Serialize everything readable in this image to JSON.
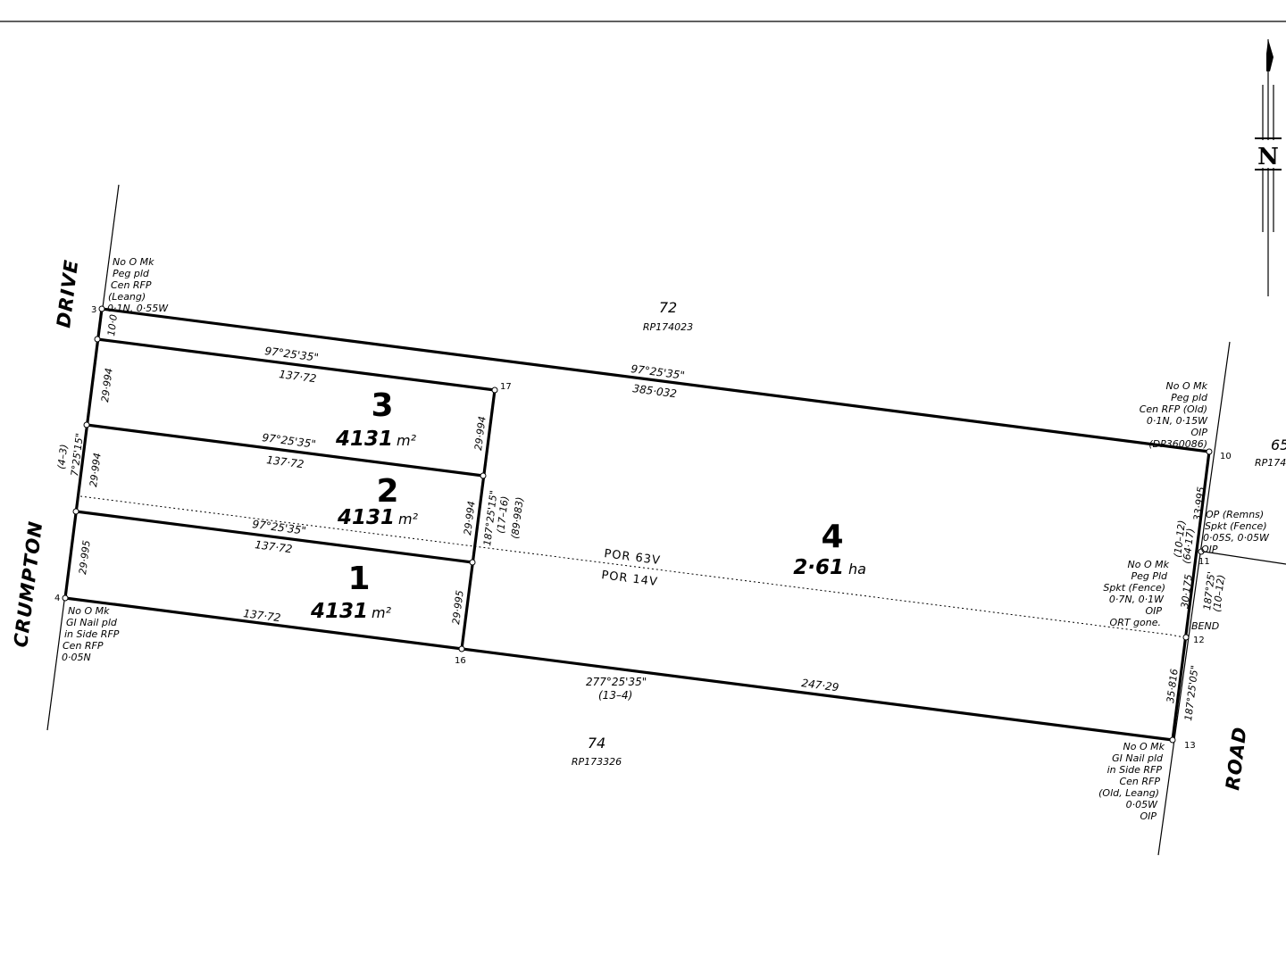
{
  "roads": {
    "drive": "DRIVE",
    "crumpton": "CRUMPTON",
    "road": "ROAD"
  },
  "north_arrow": {
    "letter": "N"
  },
  "lots": {
    "lot1": {
      "number": "1",
      "area": "4131",
      "unit": "m²"
    },
    "lot2": {
      "number": "2",
      "area": "4131",
      "unit": "m²"
    },
    "lot3": {
      "number": "3",
      "area": "4131",
      "unit": "m²"
    },
    "lot4": {
      "number": "4",
      "area": "2·61",
      "unit": "ha"
    }
  },
  "neighbours": {
    "north": {
      "lot": "72",
      "plan": "RP174023"
    },
    "south": {
      "lot": "74",
      "plan": "RP173326"
    },
    "east": {
      "lot": "65",
      "plan": "RP174"
    }
  },
  "portions": {
    "upper": "POR 63V",
    "lower": "POR 14V"
  },
  "stations": {
    "s3": "3",
    "s4": "4",
    "s10": "10",
    "s11": "11",
    "s12": "12",
    "s13": "13",
    "s16": "16",
    "s17": "17"
  },
  "bearings": {
    "top_boundary": "97°25'35\"",
    "top_length": "385·032",
    "lot3_top": "97°25'35\"",
    "lot3_top_len": "137·72",
    "lot2_top": "97°25'35\"",
    "lot2_top_len": "137·72",
    "lot1_top": "97°25'35\"",
    "lot1_top_len": "137·72",
    "lot1_bottom_len": "137·72",
    "bottom_bearing": "277°25'35\"",
    "bottom_ref": "(13–4)",
    "bottom_length": "247·29",
    "west_bearing": "7°25'15\"",
    "west_ref": "(4–3)",
    "west_10": "10·0",
    "west_lot3": "29·994",
    "west_lot2": "29·994",
    "west_lot1": "29·995",
    "lot3_east": "29·994",
    "lot2_east": "29·994",
    "lot1_east": "29·995",
    "mid_bearing": "187°25'15\"",
    "mid_ref": "(17–16)",
    "mid_len": "(89·983)",
    "east_upper": "33·995",
    "east_upper_ref": "(64·17)",
    "east_mid_ref": "(10–12)",
    "east_mid": "30·175",
    "east_mid_bearing": "187°25'",
    "east_mid_ref2": "(10–12)",
    "east_lower": "35·816",
    "east_lower_bearing": "187°25'05\"",
    "bend": "BEND"
  },
  "notes": {
    "nw": [
      "No O Mk",
      "Peg pld",
      "Cen RFP",
      "(Leang)",
      "0·1N, 0·55W"
    ],
    "sw": [
      "No O Mk",
      "GI Nail pld",
      "in Side RFP",
      "Cen RFP",
      "0·05N"
    ],
    "ne": [
      "No O Mk",
      "Peg pld",
      "Cen RFP (Old)",
      "0·1N, 0·15W",
      "OIP",
      "(DP360086)"
    ],
    "e11": [
      "OP (Remns)",
      "Spkt (Fence)",
      "0·05S, 0·05W",
      "OIP"
    ],
    "e12": [
      "No O Mk",
      "Peg Pld",
      "Spkt (Fence)",
      "0·7N, 0·1W",
      "OIP",
      "ORT gone."
    ],
    "se": [
      "No O Mk",
      "GI Nail pld",
      "in Side RFP",
      "Cen RFP",
      "(Old, Leang)",
      "0·05W",
      "OIP"
    ]
  }
}
